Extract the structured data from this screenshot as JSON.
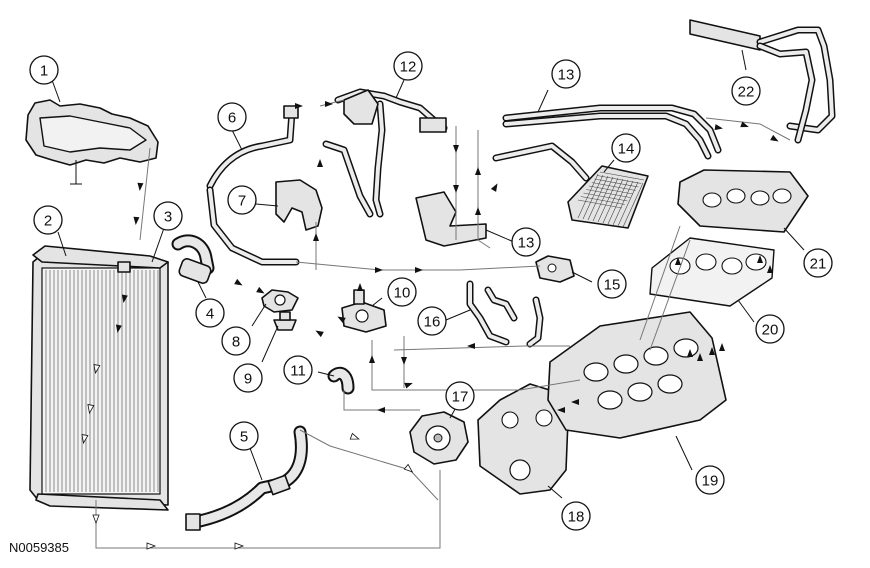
{
  "figure": {
    "id_label": "N0059385"
  },
  "callouts": [
    {
      "number": "1"
    },
    {
      "number": "2"
    },
    {
      "number": "3"
    },
    {
      "number": "4"
    },
    {
      "number": "5"
    },
    {
      "number": "6"
    },
    {
      "number": "7"
    },
    {
      "number": "8"
    },
    {
      "number": "9"
    },
    {
      "number": "10"
    },
    {
      "number": "11"
    },
    {
      "number": "12"
    },
    {
      "number": "13"
    },
    {
      "number": "13"
    },
    {
      "number": "14"
    },
    {
      "number": "15"
    },
    {
      "number": "16"
    },
    {
      "number": "17"
    },
    {
      "number": "18"
    },
    {
      "number": "19"
    },
    {
      "number": "20"
    },
    {
      "number": "21"
    },
    {
      "number": "22"
    }
  ]
}
